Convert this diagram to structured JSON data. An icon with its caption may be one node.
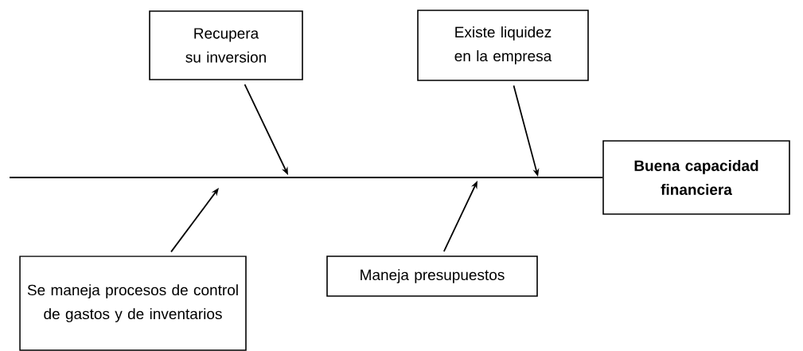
{
  "diagram": {
    "nodes": [
      {
        "text": [
          "Recupera su inversion"
        ]
      },
      {
        "text": [
          "Existe liquidez en la empresa"
        ]
      },
      {
        "text": [
          "Buena capacidad financiera"
        ]
      },
      {
        "text": [
          "Se maneja procesos de control de gastos y de inventarios"
        ]
      },
      {
        "text": [
          "Maneja presupuestos"
        ]
      }
    ],
    "edges": [
      {
        "from": null,
        "to": 2,
        "arrow": "none"
      },
      {
        "from": 0,
        "to": null,
        "arrow": "to"
      },
      {
        "from": 1,
        "to": null,
        "arrow": "to"
      },
      {
        "from": 3,
        "to": null,
        "arrow": "to"
      },
      {
        "from": 4,
        "to": null,
        "arrow": "to"
      }
    ]
  }
}
